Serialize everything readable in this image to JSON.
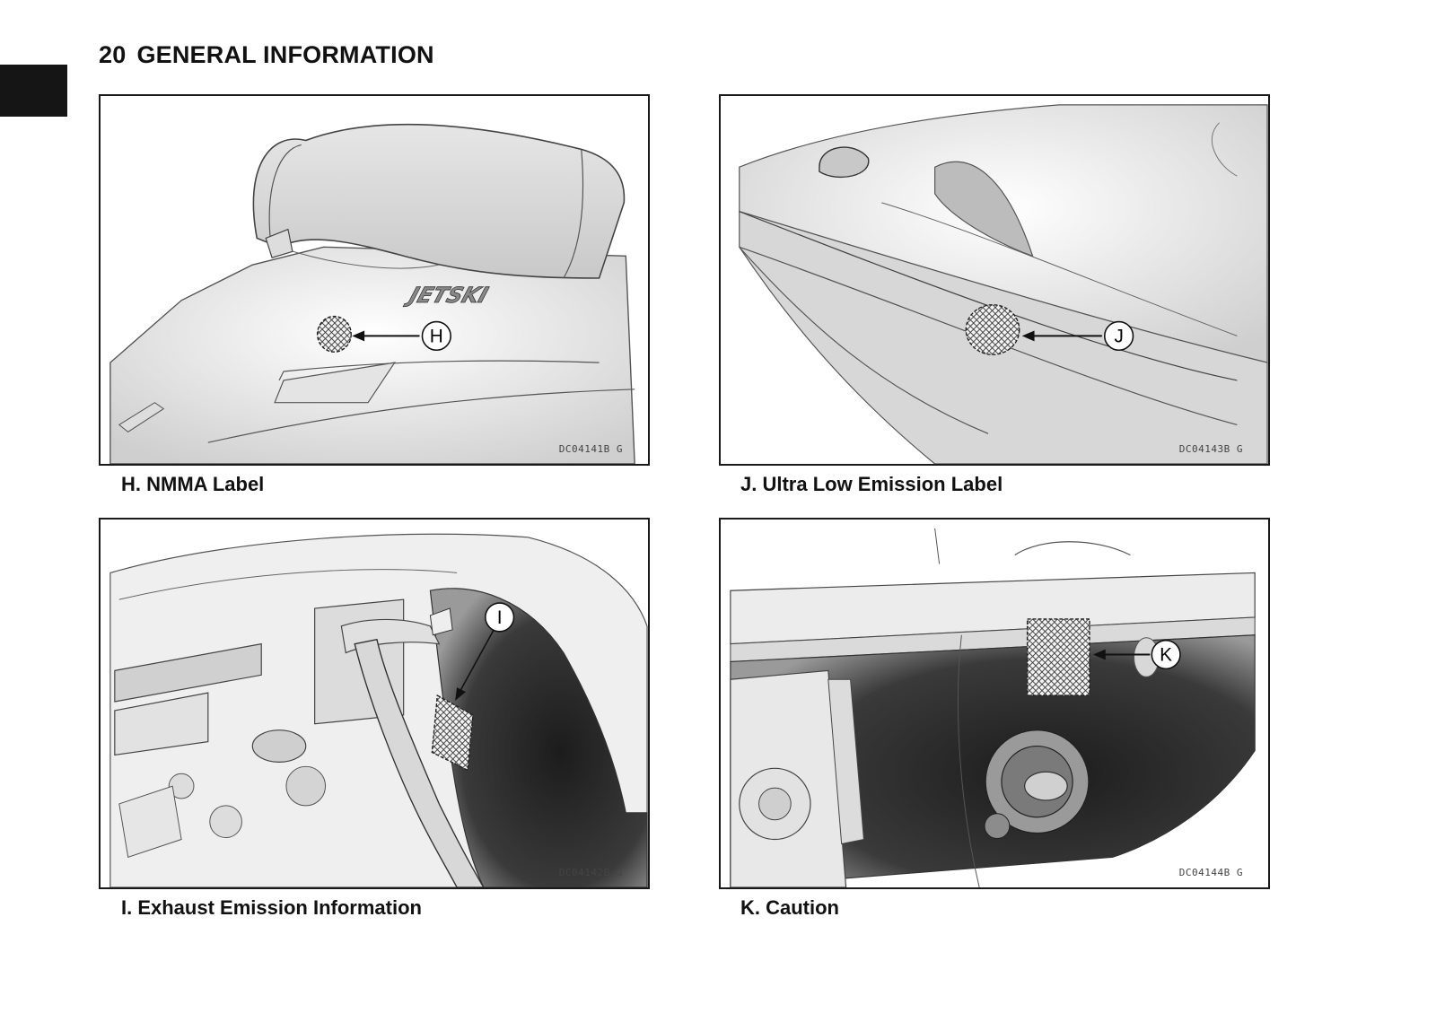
{
  "page": {
    "number": "20",
    "section": "GENERAL INFORMATION"
  },
  "figures": [
    {
      "id": "H",
      "code": "DC04141B  G",
      "caption": "H. NMMA Label",
      "callout": "H"
    },
    {
      "id": "J",
      "code": "DC04143B  G",
      "caption": "J. Ultra Low Emission Label",
      "callout": "J"
    },
    {
      "id": "I",
      "code": "DC04142B  G",
      "caption": "I. Exhaust Emission Information",
      "callout": "I"
    },
    {
      "id": "K",
      "code": "DC04144B  G",
      "caption": "K. Caution",
      "callout": "K"
    }
  ],
  "logo_text": "JETSKI"
}
